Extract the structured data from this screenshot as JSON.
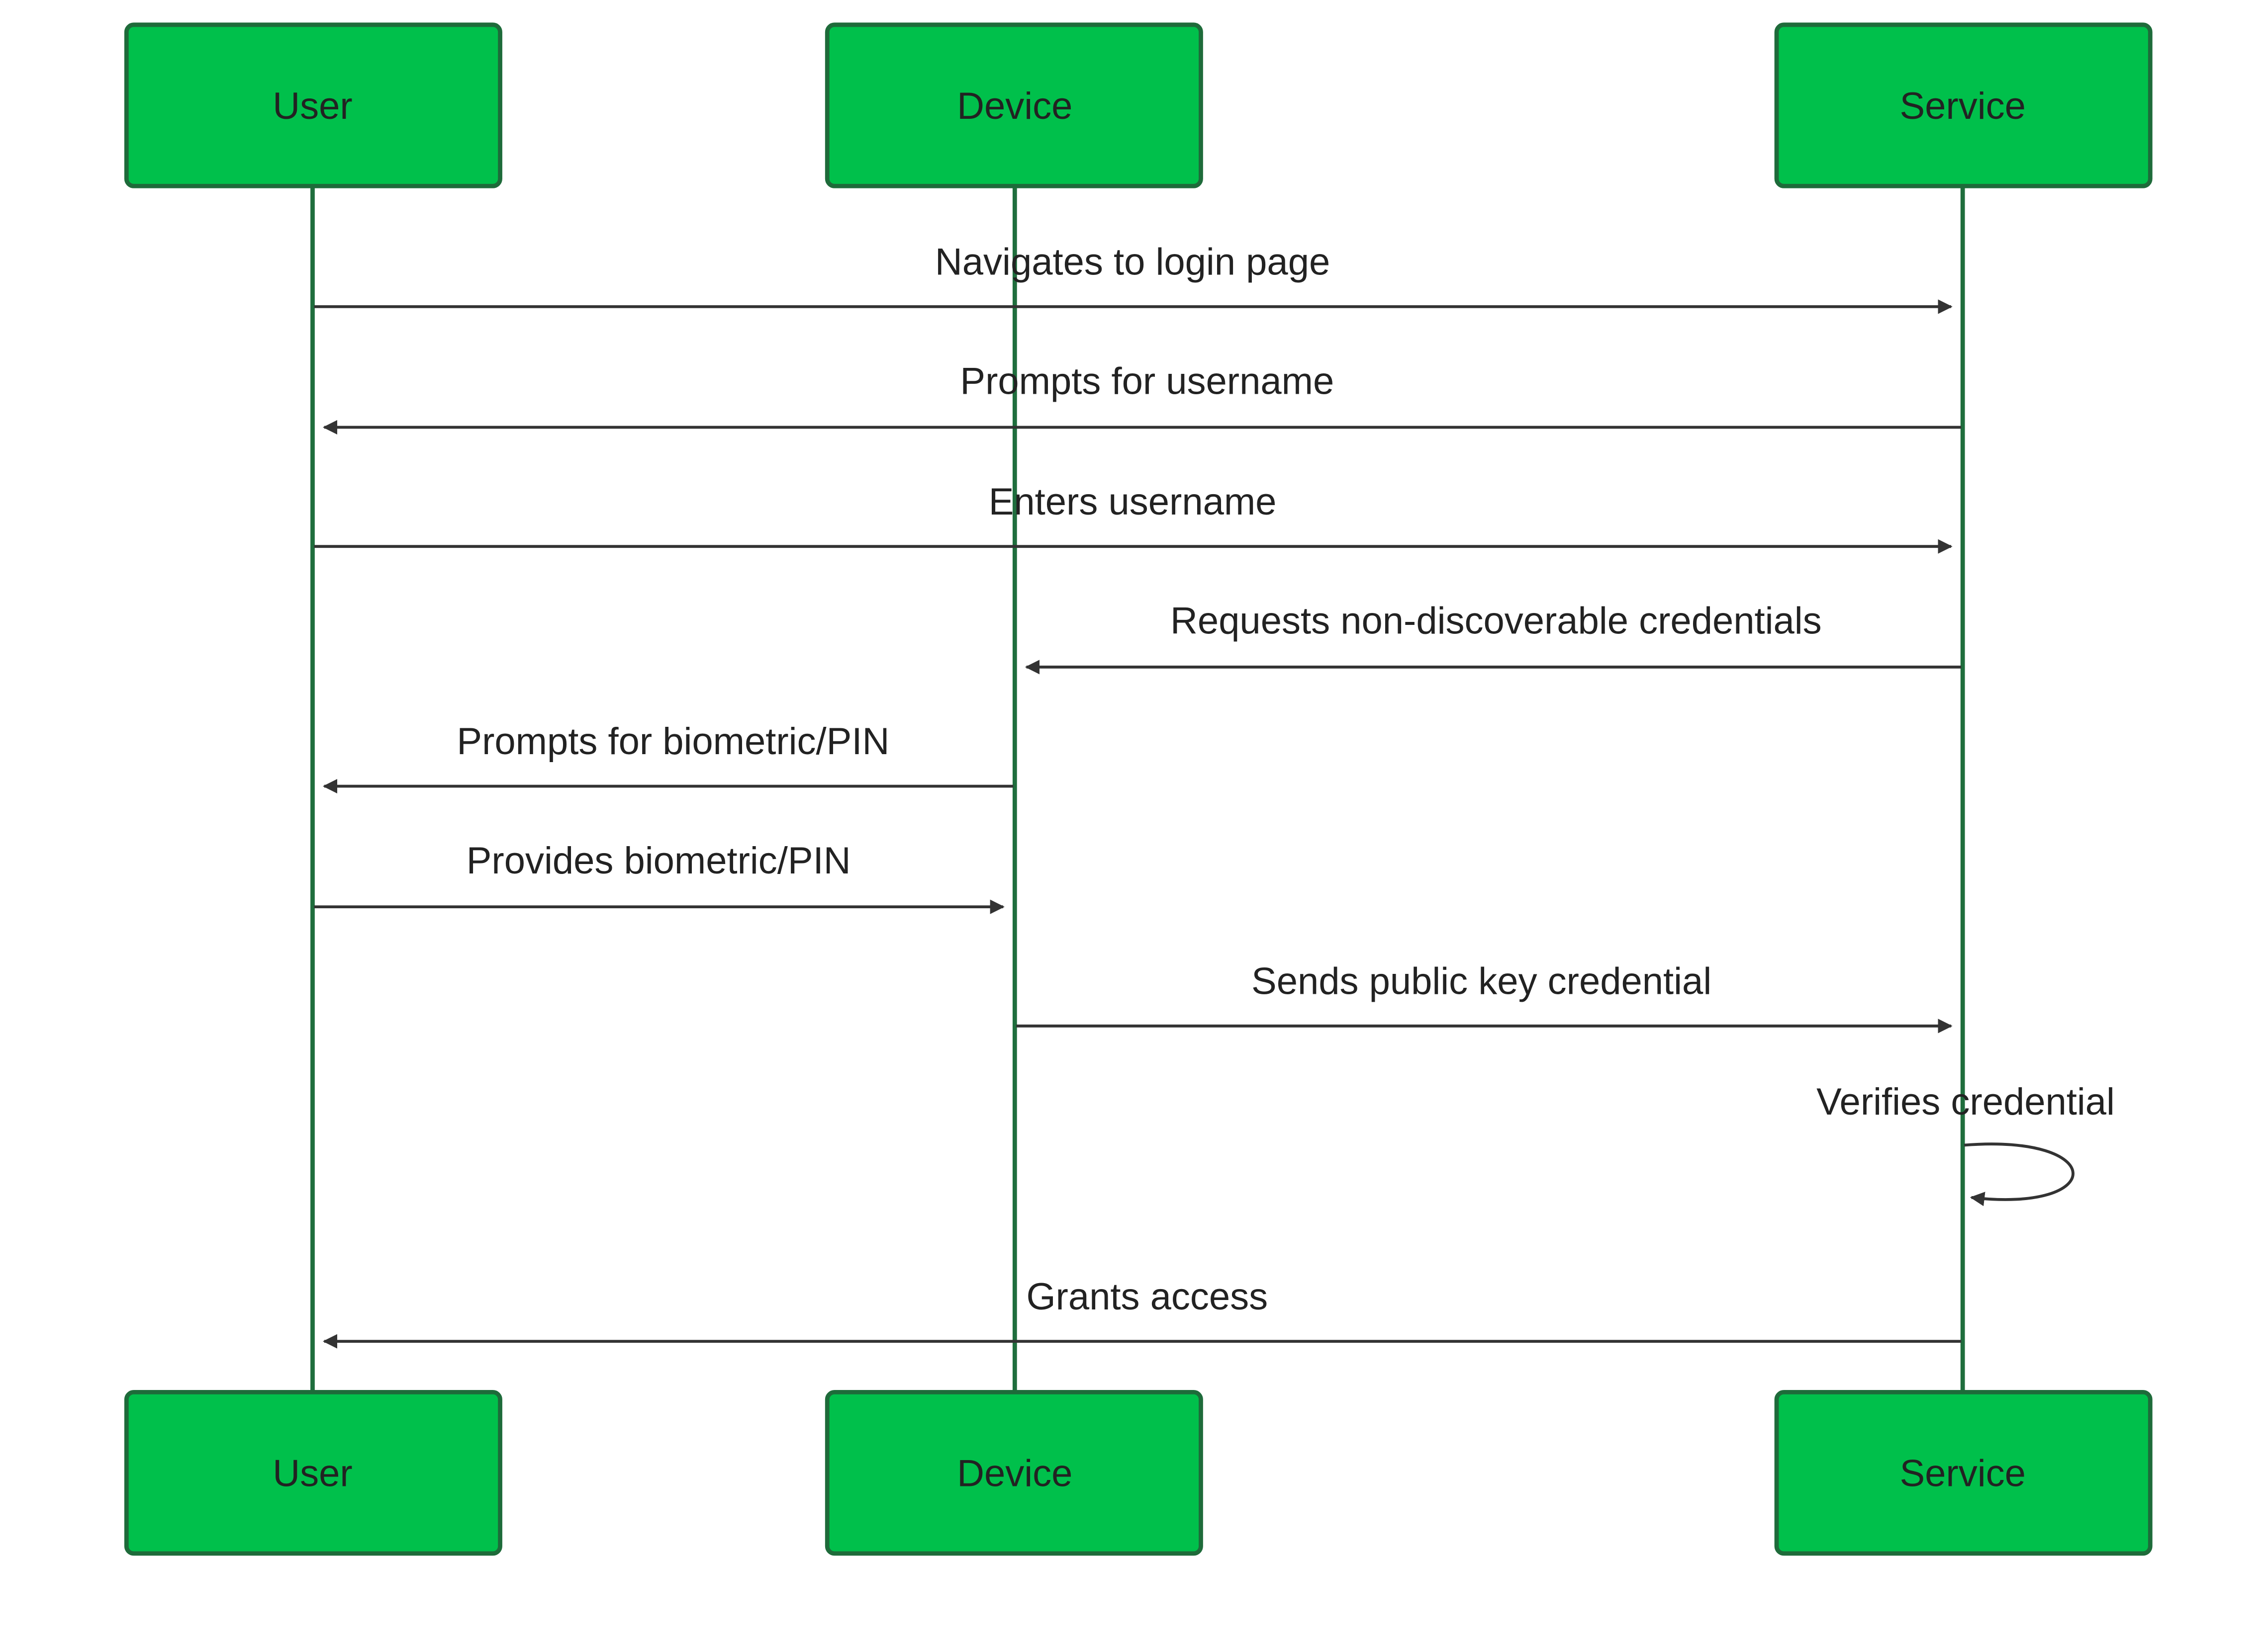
{
  "colors": {
    "actor_fill": "#00c04b",
    "actor_border": "#1e6b3a",
    "lifeline": "#1f6e3d",
    "message": "#333333",
    "text": "#222222",
    "background": "#ffffff"
  },
  "actors": [
    {
      "id": "user",
      "label": "User"
    },
    {
      "id": "device",
      "label": "Device"
    },
    {
      "id": "service",
      "label": "Service"
    }
  ],
  "messages": [
    {
      "from": "user",
      "to": "service",
      "label": "Navigates to login page"
    },
    {
      "from": "service",
      "to": "user",
      "label": "Prompts for username"
    },
    {
      "from": "user",
      "to": "service",
      "label": "Enters username"
    },
    {
      "from": "service",
      "to": "device",
      "label": "Requests non-discoverable credentials"
    },
    {
      "from": "device",
      "to": "user",
      "label": "Prompts for biometric/PIN"
    },
    {
      "from": "user",
      "to": "device",
      "label": "Provides biometric/PIN"
    },
    {
      "from": "device",
      "to": "service",
      "label": "Sends public key credential"
    },
    {
      "from": "service",
      "to": "service",
      "label": "Verifies credential"
    },
    {
      "from": "service",
      "to": "user",
      "label": "Grants access"
    }
  ]
}
